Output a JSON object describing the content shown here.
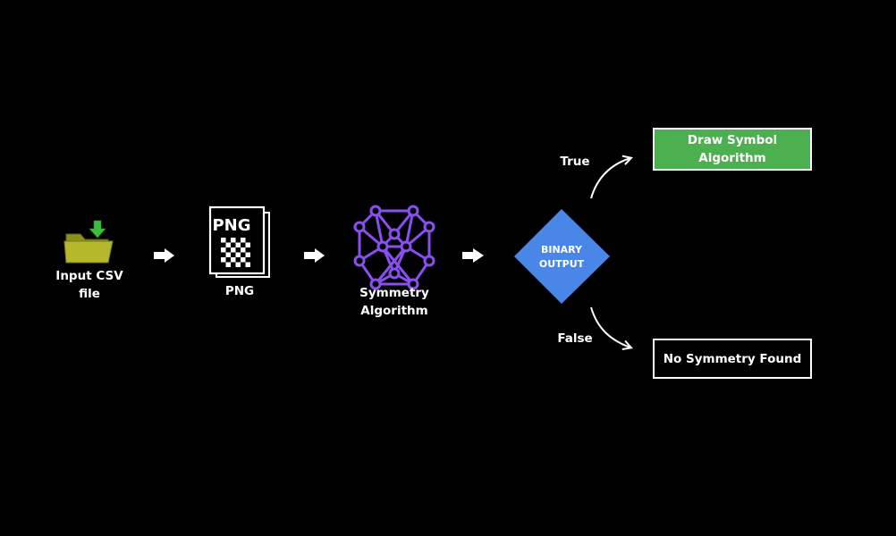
{
  "nodes": {
    "input": {
      "label": "Input CSV\nfile",
      "icon": "folder-download-icon"
    },
    "png": {
      "label": "PNG",
      "icon_text": "PNG",
      "icon": "png-file-icon"
    },
    "symmetry": {
      "label": "Symmetry\nAlgorithm",
      "icon": "network-graph-icon"
    },
    "decision": {
      "label": "BINARY\nOUTPUT"
    },
    "true_result": {
      "label": "Draw Symbol\nAlgorithm"
    },
    "false_result": {
      "label": "No Symmetry Found"
    }
  },
  "edges": {
    "true_label": "True",
    "false_label": "False"
  },
  "colors": {
    "background": "#000000",
    "folder": "#b5b82a",
    "download_arrow": "#3bbf3b",
    "graph": "#8a4ff0",
    "decision": "#4a86e8",
    "true_box": "#4caf50",
    "false_box": "#000000"
  }
}
